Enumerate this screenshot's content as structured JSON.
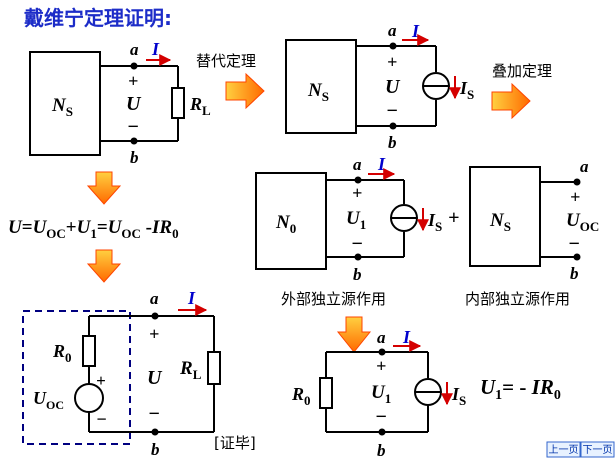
{
  "title": "戴维宁定理证明:",
  "labels": {
    "replace_theorem": "替代定理",
    "superposition_theorem": "叠加定理",
    "external_sources": "外部独立源作用",
    "internal_sources": "内部独立源作用",
    "proof_done": "[证毕]",
    "plus_between": "+"
  },
  "equations": {
    "main": "U=UOC+U1=UOC -IR0",
    "result": "U1= - IR0"
  },
  "symbols": {
    "a": "a",
    "b": "b",
    "I": "I",
    "U": "U",
    "U1": "U1",
    "NS": "NS",
    "N0": "N0",
    "RL": "RL",
    "R0": "R0",
    "IS": "IS",
    "UOC": "UOC",
    "plus": "+",
    "minus": "−"
  },
  "nav": {
    "prev": "上一页",
    "next": "下一页"
  },
  "colors": {
    "title": "#1c2cc8",
    "text_blue": "#0000cc",
    "arrow_red": "#d40000",
    "big_arrow_fill": "#ff9900",
    "big_arrow_edge": "#ff4400",
    "wire": "#000000",
    "dashed_box": "#000080"
  }
}
